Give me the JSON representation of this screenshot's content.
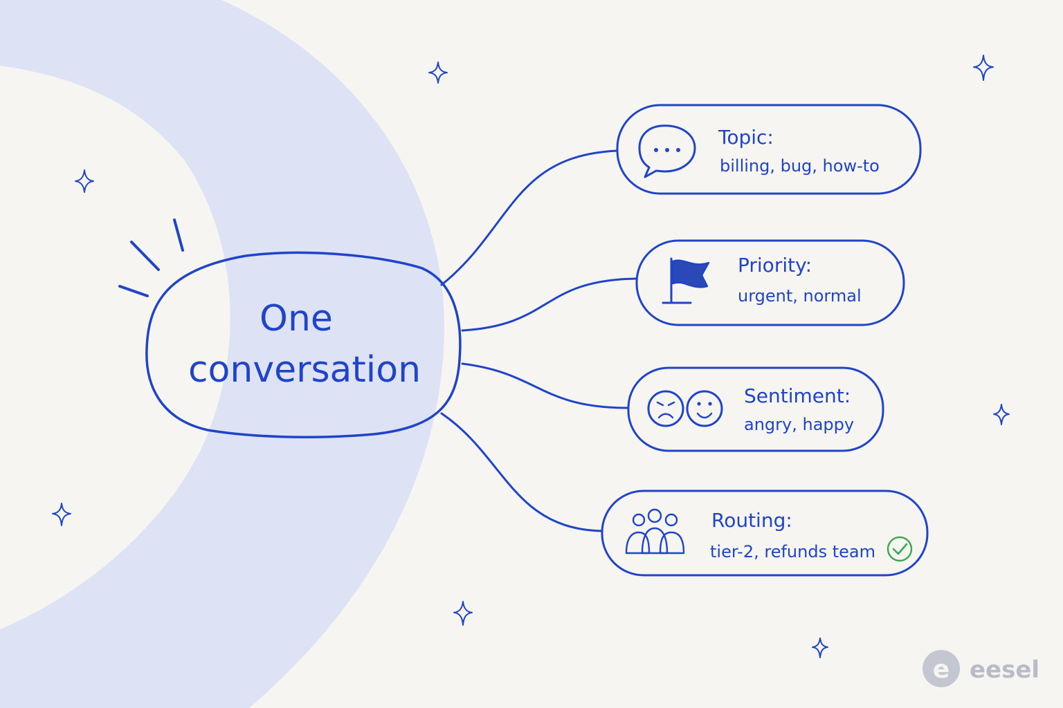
{
  "center": {
    "line1": "One",
    "line2": "conversation"
  },
  "branches": [
    {
      "title": "Topic:",
      "detail": "billing, bug, how-to",
      "icon": "speech-bubble-icon"
    },
    {
      "title": "Priority:",
      "detail": "urgent, normal",
      "icon": "flag-icon"
    },
    {
      "title": "Sentiment:",
      "detail": "angry, happy",
      "icon": "angry-happy-faces-icon"
    },
    {
      "title": "Routing:",
      "detail": "tier-2, refunds team",
      "icon": "team-people-icon",
      "status_icon": "check-circle-icon"
    }
  ],
  "brand": {
    "name": "eesel",
    "logo_letter": "e"
  },
  "colors": {
    "ink": "#1f44c7",
    "background": "#f6f5f1",
    "arc": "#dde2f5",
    "check": "#3aa94e",
    "logo": "#b9bcc8"
  }
}
